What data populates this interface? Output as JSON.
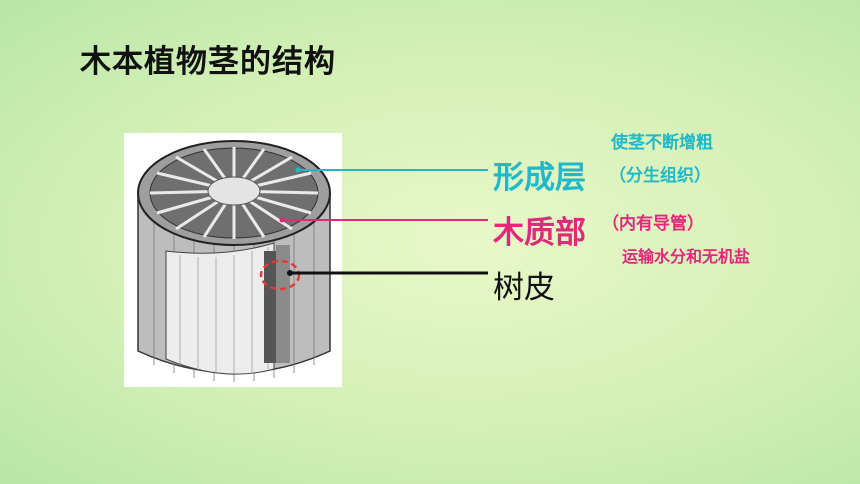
{
  "slide": {
    "title": "木本植物茎的结构"
  },
  "labels": {
    "cambium": {
      "name": "形成层",
      "note1": "使茎不断增粗",
      "note2": "（分生组织）"
    },
    "xylem": {
      "name": "木质部",
      "note1": "（内有导管）",
      "note2": "运输水分和无机盐"
    },
    "bark": {
      "name": "树皮"
    }
  },
  "colors": {
    "cambium": "#1fb9c9",
    "xylem": "#e0287c",
    "bark": "#111111",
    "highlight": "#e53935"
  }
}
